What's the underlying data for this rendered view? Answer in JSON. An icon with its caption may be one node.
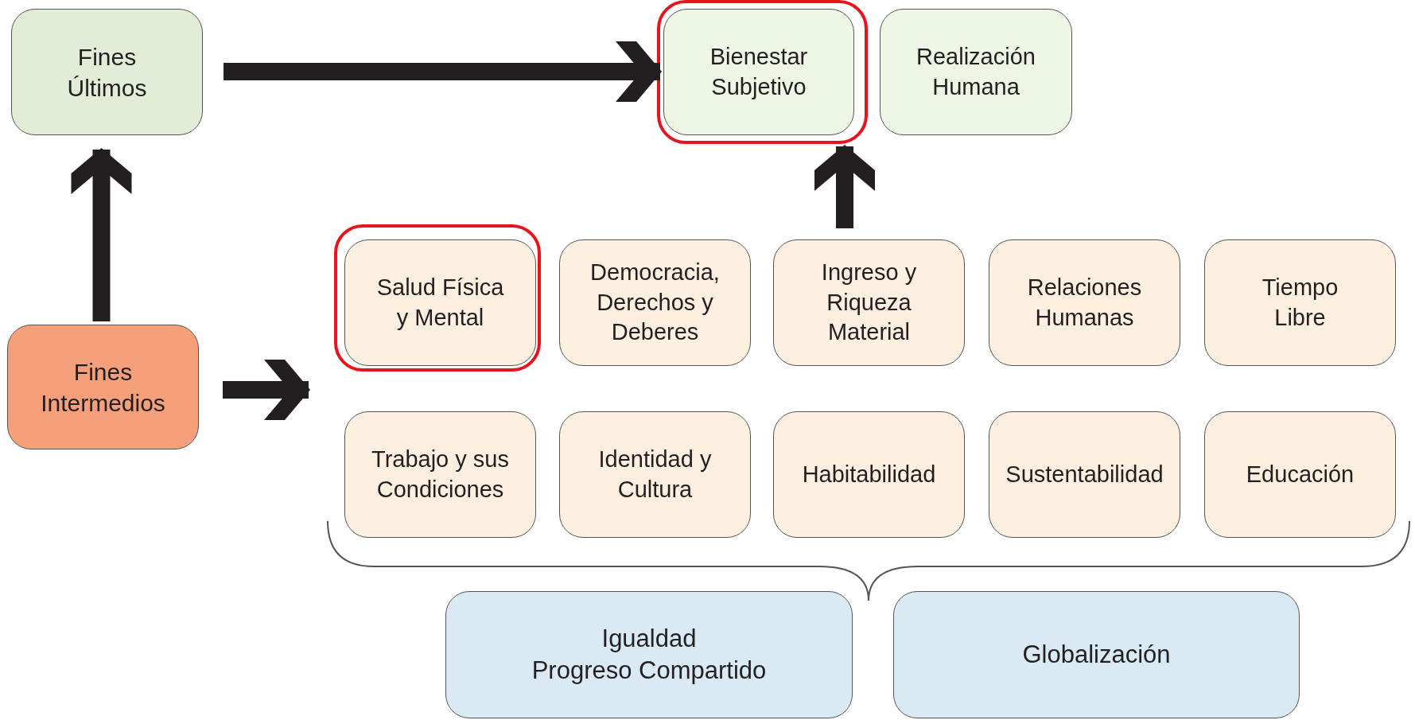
{
  "diagram": {
    "nodes": [
      {
        "text": [
          "Fines Últimos"
        ]
      },
      {
        "text": [
          "Bienestar Subjetivo"
        ]
      },
      {
        "text": [
          "Realización Humana"
        ]
      },
      {
        "text": [
          "Fines Intermedios"
        ]
      },
      {
        "text": [
          "Salud Física y Mental"
        ]
      },
      {
        "text": [
          "Democracia, Derechos y Deberes"
        ]
      },
      {
        "text": [
          "Ingreso y Riqueza Material"
        ]
      },
      {
        "text": [
          "Relaciones Humanas"
        ]
      },
      {
        "text": [
          "Tiempo Libre"
        ]
      },
      {
        "text": [
          "Trabajo y sus Condiciones"
        ]
      },
      {
        "text": [
          "Identidad y Cultura"
        ]
      },
      {
        "text": [
          "Habitabilidad"
        ]
      },
      {
        "text": [
          "Sustentabilidad"
        ]
      },
      {
        "text": [
          "Educación"
        ]
      },
      {
        "text": [
          "Igualdad",
          "Progreso Compartido"
        ]
      },
      {
        "text": [
          "Globalización"
        ]
      }
    ],
    "edges": [
      {
        "from": 0,
        "to": 1,
        "arrow": "to"
      },
      {
        "from": 3,
        "to": 0,
        "arrow": "to"
      },
      {
        "from": 3,
        "to": 4,
        "arrow": "to"
      },
      {
        "from": 6,
        "to": 1,
        "arrow": "to"
      }
    ]
  }
}
